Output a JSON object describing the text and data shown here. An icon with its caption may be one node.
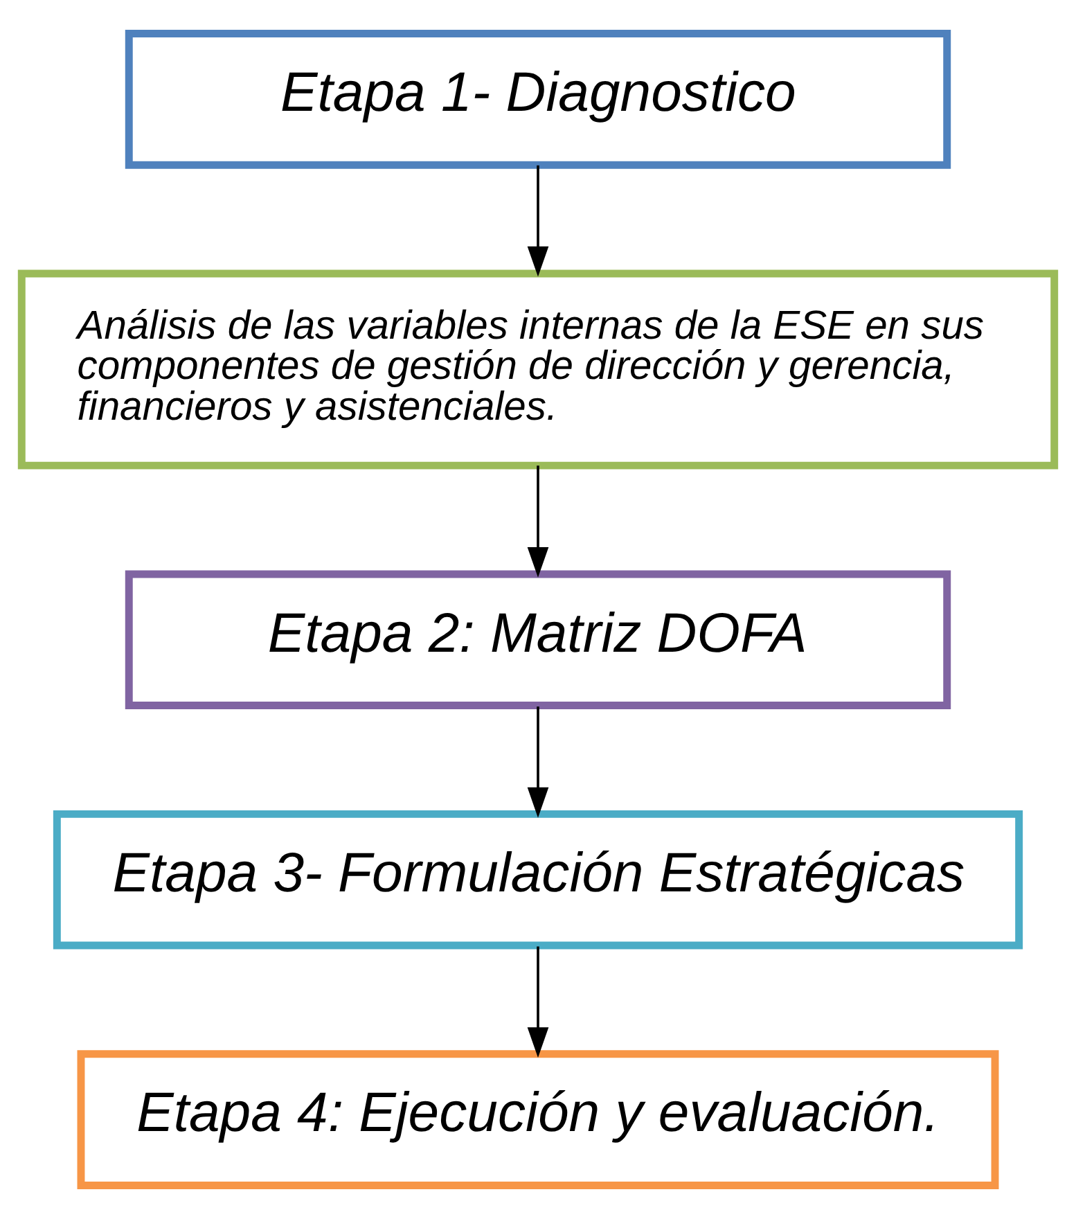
{
  "diagram": {
    "nodes": [
      {
        "text": [
          "Etapa 1- Diagnostico"
        ]
      },
      {
        "text": [
          "Análisis de las variables internas de la ESE en sus componentes de gestión de dirección y gerencia, financieros y asistenciales."
        ]
      },
      {
        "text": [
          "Etapa 2: Matriz DOFA"
        ]
      },
      {
        "text": [
          "Etapa 3- Formulación Estratégicas"
        ]
      },
      {
        "text": [
          "Etapa 4: Ejecución y evaluación."
        ]
      }
    ],
    "edges": [
      {
        "from": 0,
        "to": 1,
        "arrow": "to"
      },
      {
        "from": 1,
        "to": 2,
        "arrow": "to"
      },
      {
        "from": 2,
        "to": 3,
        "arrow": "to"
      },
      {
        "from": 3,
        "to": 4,
        "arrow": "to"
      }
    ]
  }
}
